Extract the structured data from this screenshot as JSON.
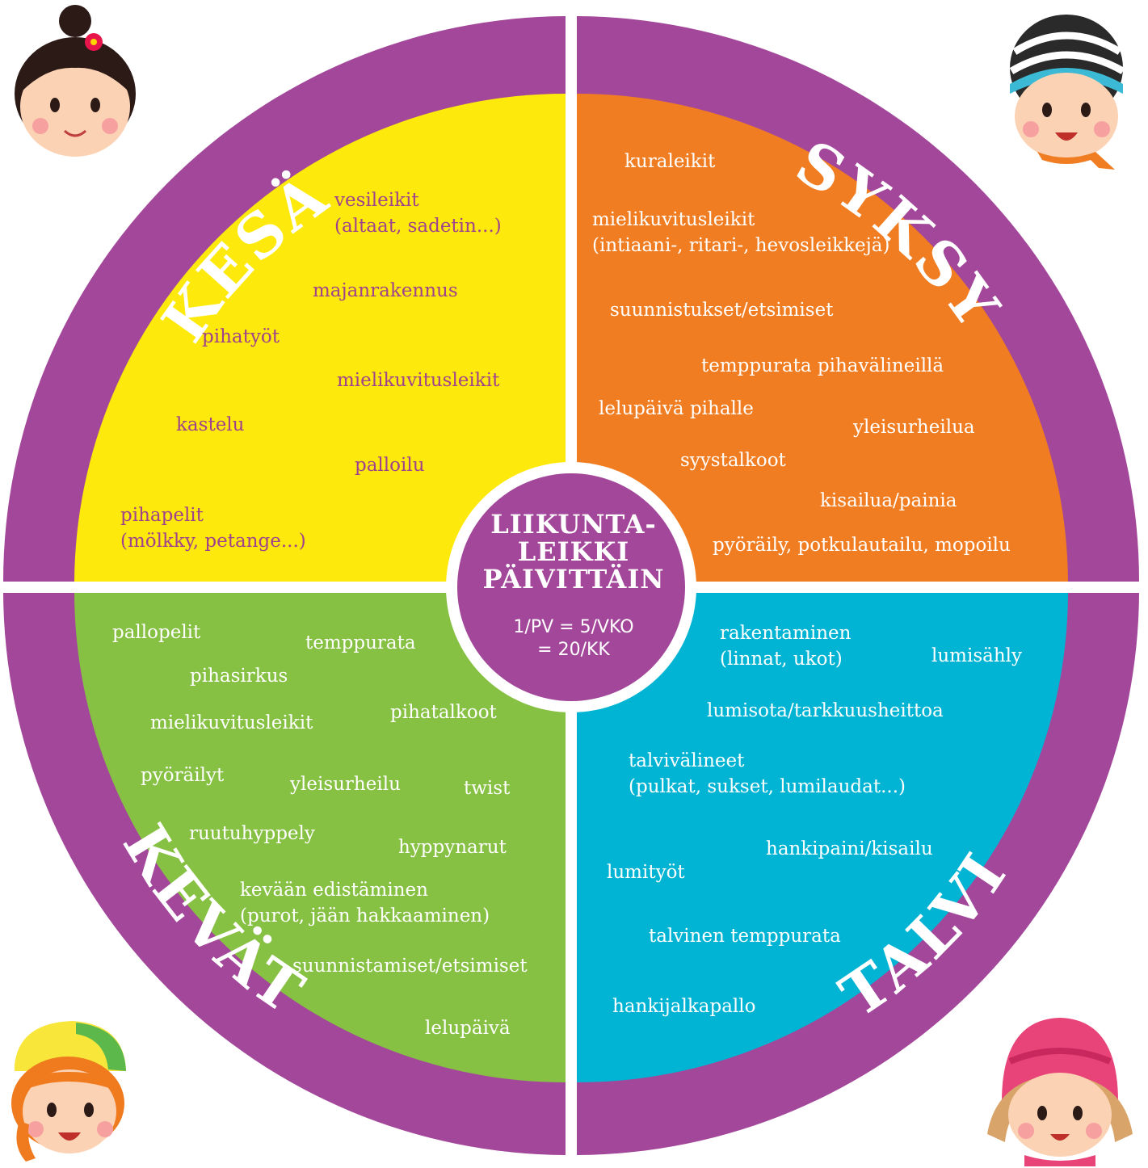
{
  "colors": {
    "ring": "#a3479a",
    "summer": "#fde90b",
    "autumn": "#f17d22",
    "spring": "#86c143",
    "winter": "#01b4d4",
    "summer_text": "#a0428c",
    "white": "#ffffff"
  },
  "seasons": {
    "summer": {
      "name": "KESÄ",
      "activities": [
        {
          "lines": [
            "vesileikit",
            "(altaat, sadetin...)"
          ]
        },
        {
          "lines": [
            "majanrakennus"
          ]
        },
        {
          "lines": [
            "pihatyöt"
          ]
        },
        {
          "lines": [
            "mielikuvitusleikit"
          ]
        },
        {
          "lines": [
            "kastelu"
          ]
        },
        {
          "lines": [
            "palloilu"
          ]
        },
        {
          "lines": [
            "pihapelit",
            "(mölkky, petange...)"
          ]
        }
      ]
    },
    "autumn": {
      "name": "SYKSY",
      "activities": [
        {
          "lines": [
            "kuraleikit"
          ]
        },
        {
          "lines": [
            "mielikuvitusleikit",
            "(intiaani-, ritari-, hevosleikkejä)"
          ]
        },
        {
          "lines": [
            "suunnistukset/etsimiset"
          ]
        },
        {
          "lines": [
            "temppurata pihavälineillä"
          ]
        },
        {
          "lines": [
            "lelupäivä pihalle"
          ]
        },
        {
          "lines": [
            "yleisurheilua"
          ]
        },
        {
          "lines": [
            "syystalkoot"
          ]
        },
        {
          "lines": [
            "kisailua/painia"
          ]
        },
        {
          "lines": [
            "pyöräily, potkulautailu, mopoilu"
          ]
        }
      ]
    },
    "spring": {
      "name": "KEVÄT",
      "activities": [
        {
          "lines": [
            "pallopelit"
          ]
        },
        {
          "lines": [
            "temppurata"
          ]
        },
        {
          "lines": [
            "pihasirkus"
          ]
        },
        {
          "lines": [
            "mielikuvitusleikit"
          ]
        },
        {
          "lines": [
            "pihatalkoot"
          ]
        },
        {
          "lines": [
            "pyöräilyt"
          ]
        },
        {
          "lines": [
            "yleisurheilu"
          ]
        },
        {
          "lines": [
            "twist"
          ]
        },
        {
          "lines": [
            "ruutuhyppely"
          ]
        },
        {
          "lines": [
            "hyppynarut"
          ]
        },
        {
          "lines": [
            "kevään edistäminen",
            "(purot, jään hakkaaminen)"
          ]
        },
        {
          "lines": [
            "suunnistamiset/etsimiset"
          ]
        },
        {
          "lines": [
            "lelupäivä"
          ]
        }
      ]
    },
    "winter": {
      "name": "TALVI",
      "activities": [
        {
          "lines": [
            "rakentaminen",
            "(linnat, ukot)"
          ]
        },
        {
          "lines": [
            "lumisähly"
          ]
        },
        {
          "lines": [
            "lumisota/tarkkuusheittoa"
          ]
        },
        {
          "lines": [
            "talvivälineet",
            "(pulkat, sukset, lumilaudat...)"
          ]
        },
        {
          "lines": [
            "hankipaini/kisailu"
          ]
        },
        {
          "lines": [
            "lumityöt"
          ]
        },
        {
          "lines": [
            "talvinen temppurata"
          ]
        },
        {
          "lines": [
            "hankijalkapallo"
          ]
        }
      ]
    }
  },
  "center": {
    "title_lines": [
      "LIIKUNTA-",
      "LEIKKI",
      "PÄIVITTÄIN"
    ],
    "subtitle_lines": [
      "1/PV = 5/VKO",
      "= 20/KK"
    ]
  }
}
